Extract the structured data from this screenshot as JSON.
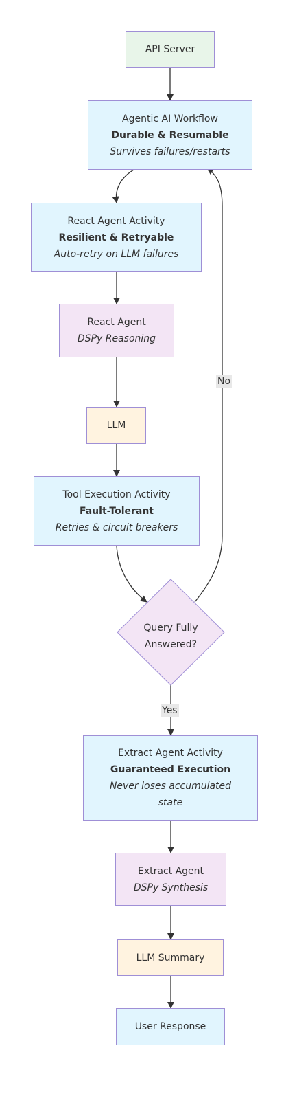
{
  "nodes": {
    "api_server": {
      "line1": "API Server"
    },
    "workflow": {
      "line1": "Agentic AI Workflow",
      "line2": "Durable & Resumable",
      "line3": "Survives failures/restarts"
    },
    "react_activity": {
      "line1": "React Agent Activity",
      "line2": "Resilient & Retryable",
      "line3": "Auto-retry on LLM failures"
    },
    "react_agent": {
      "line1": "React Agent",
      "line2": "DSPy Reasoning"
    },
    "llm": {
      "line1": "LLM"
    },
    "tool_activity": {
      "line1": "Tool Execution Activity",
      "line2": "Fault-Tolerant",
      "line3": "Retries & circuit breakers"
    },
    "decision": {
      "line1": "Query Fully",
      "line2": "Answered?"
    },
    "extract_activity": {
      "line1": "Extract Agent Activity",
      "line2": "Guaranteed Execution",
      "line3": "Never loses accumulated",
      "line4": "state"
    },
    "extract_agent": {
      "line1": "Extract Agent",
      "line2": "DSPy Synthesis"
    },
    "llm_summary": {
      "line1": "LLM Summary"
    },
    "user_response": {
      "line1": "User Response"
    }
  },
  "edge_labels": {
    "no": "No",
    "yes": "Yes"
  },
  "colors": {
    "border": "#9f8fd6",
    "green": "#e8f5e9",
    "blue": "#e1f5fe",
    "purple": "#f3e5f5",
    "orange": "#fff3e0",
    "edge": "#333333"
  }
}
